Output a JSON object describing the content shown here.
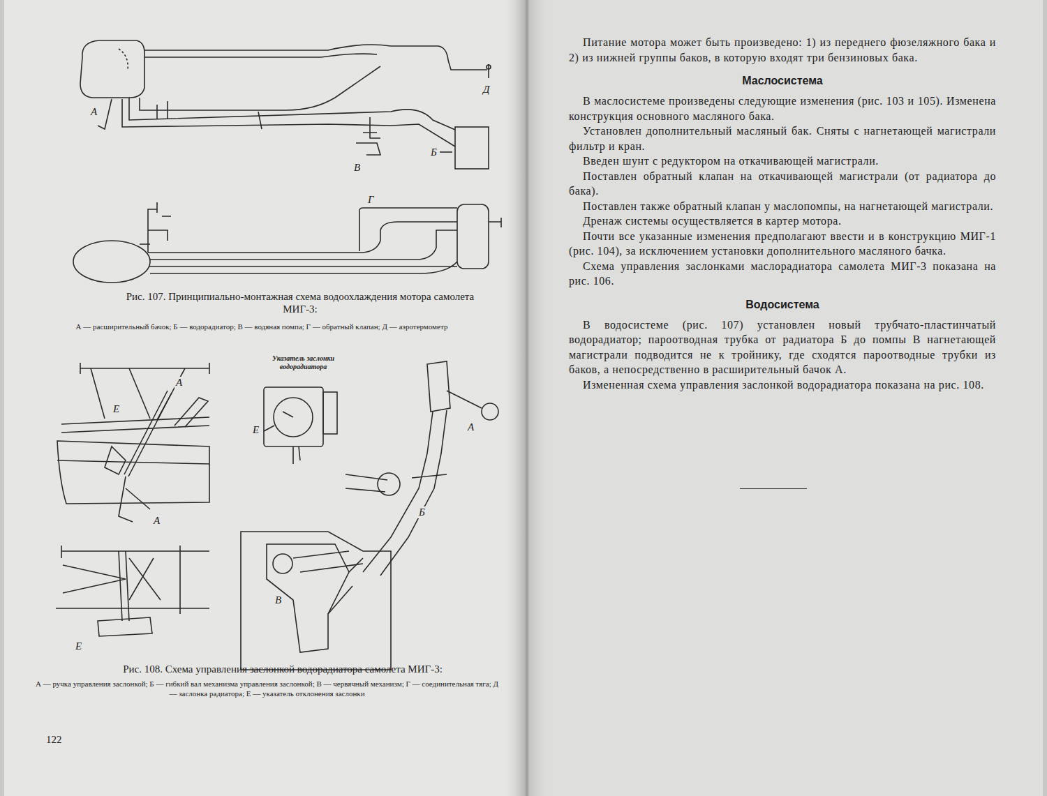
{
  "diagram": {
    "labels": [
      "А",
      "Д",
      "Б",
      "В",
      "Г",
      "Рис. 107. Принципиально-монтажная схема водоохлаждения мотора самолета МИГ-3:",
      "А — расширительный бачок; Б — водорадиатор; В — водяная помпа; Г — обратный клапан; Д — аэротермометр",
      "Указатель заслонки водорадиатора",
      "Е",
      "А",
      "А",
      "Е",
      "А",
      "Б",
      "В",
      "Е",
      "Рис. 108. Схема управления заслонкой водорадиатора самолета МИГ-3:",
      "А — ручка управления заслонкой; Б — гибкий вал механизма управления заслонкой; В — червячный механизм; Г — соединительная тяга; Д — заслонка радиатора; Е — указатель отклонения заслонки",
      "122",
      "Питание мотора может быть произведено: 1) из переднего фюзеляжного бака и 2) из нижней группы баков, в которую входят три бензиновых бака.",
      "Маслосистема",
      "В маслосистеме произведены следующие изменения (рис. 103 и 105). Изменена конструкция основного масляного бака.",
      "Установлен дополнительный масляный бак. Сняты с нагнетающей магистрали фильтр и кран.",
      "Введен шунт с редуктором на откачивающей магистрали.",
      "Поставлен обратный клапан на откачивающей магистрали (от радиатора до бака).",
      "Поставлен также обратный клапан у маслопомпы, на нагнетающей магистрали.",
      "Дренаж системы осуществляется в картер мотора.",
      "Почти все указанные изменения предполагают ввести и в конструкцию МИГ-1 (рис. 104), за исключением установки дополнительного масляного бачка.",
      "Схема управления заслонками маслорадиатора самолета МИГ-3 показана на рис. 106.",
      "Водосистема",
      "В водосистеме (рис. 107) установлен новый трубчато-пластинчатый водорадиатор; пароотводная трубка от радиатора Б до помпы В нагнетающей магистрали подводится не к тройнику, где сходятся пароотводные трубки из баков, а непосредственно в расширительный бачок А.",
      "Измененная схема управления заслонкой водорадиатора показана на рис. 108."
    ]
  }
}
